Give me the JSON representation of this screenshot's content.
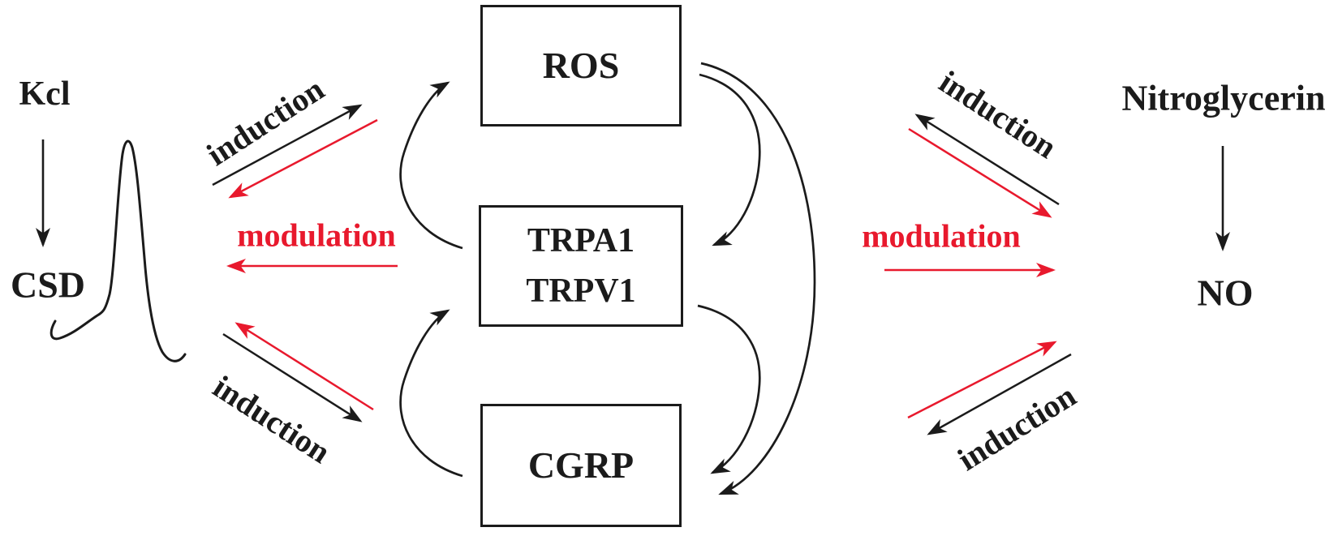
{
  "diagram_type": "signaling-pathway-diagram",
  "colors": {
    "induction_arrow": "#1b1b1b",
    "modulation_arrow": "#e8192d",
    "background": "#ffffff"
  },
  "left_pathway": {
    "stimulus": "Kcl",
    "result": "CSD",
    "waveform": "csd-spike-trace"
  },
  "right_pathway": {
    "stimulus": "Nitroglycerin",
    "result": "NO"
  },
  "nodes": {
    "ros": "ROS",
    "trp_line1": "TRPA1",
    "trp_line2": "TRPV1",
    "cgrp": "CGRP"
  },
  "edge_labels": {
    "left_top": "induction",
    "left_middle": "modulation",
    "left_bottom": "induction",
    "right_top": "induction",
    "right_middle": "modulation",
    "right_bottom": "induction"
  }
}
